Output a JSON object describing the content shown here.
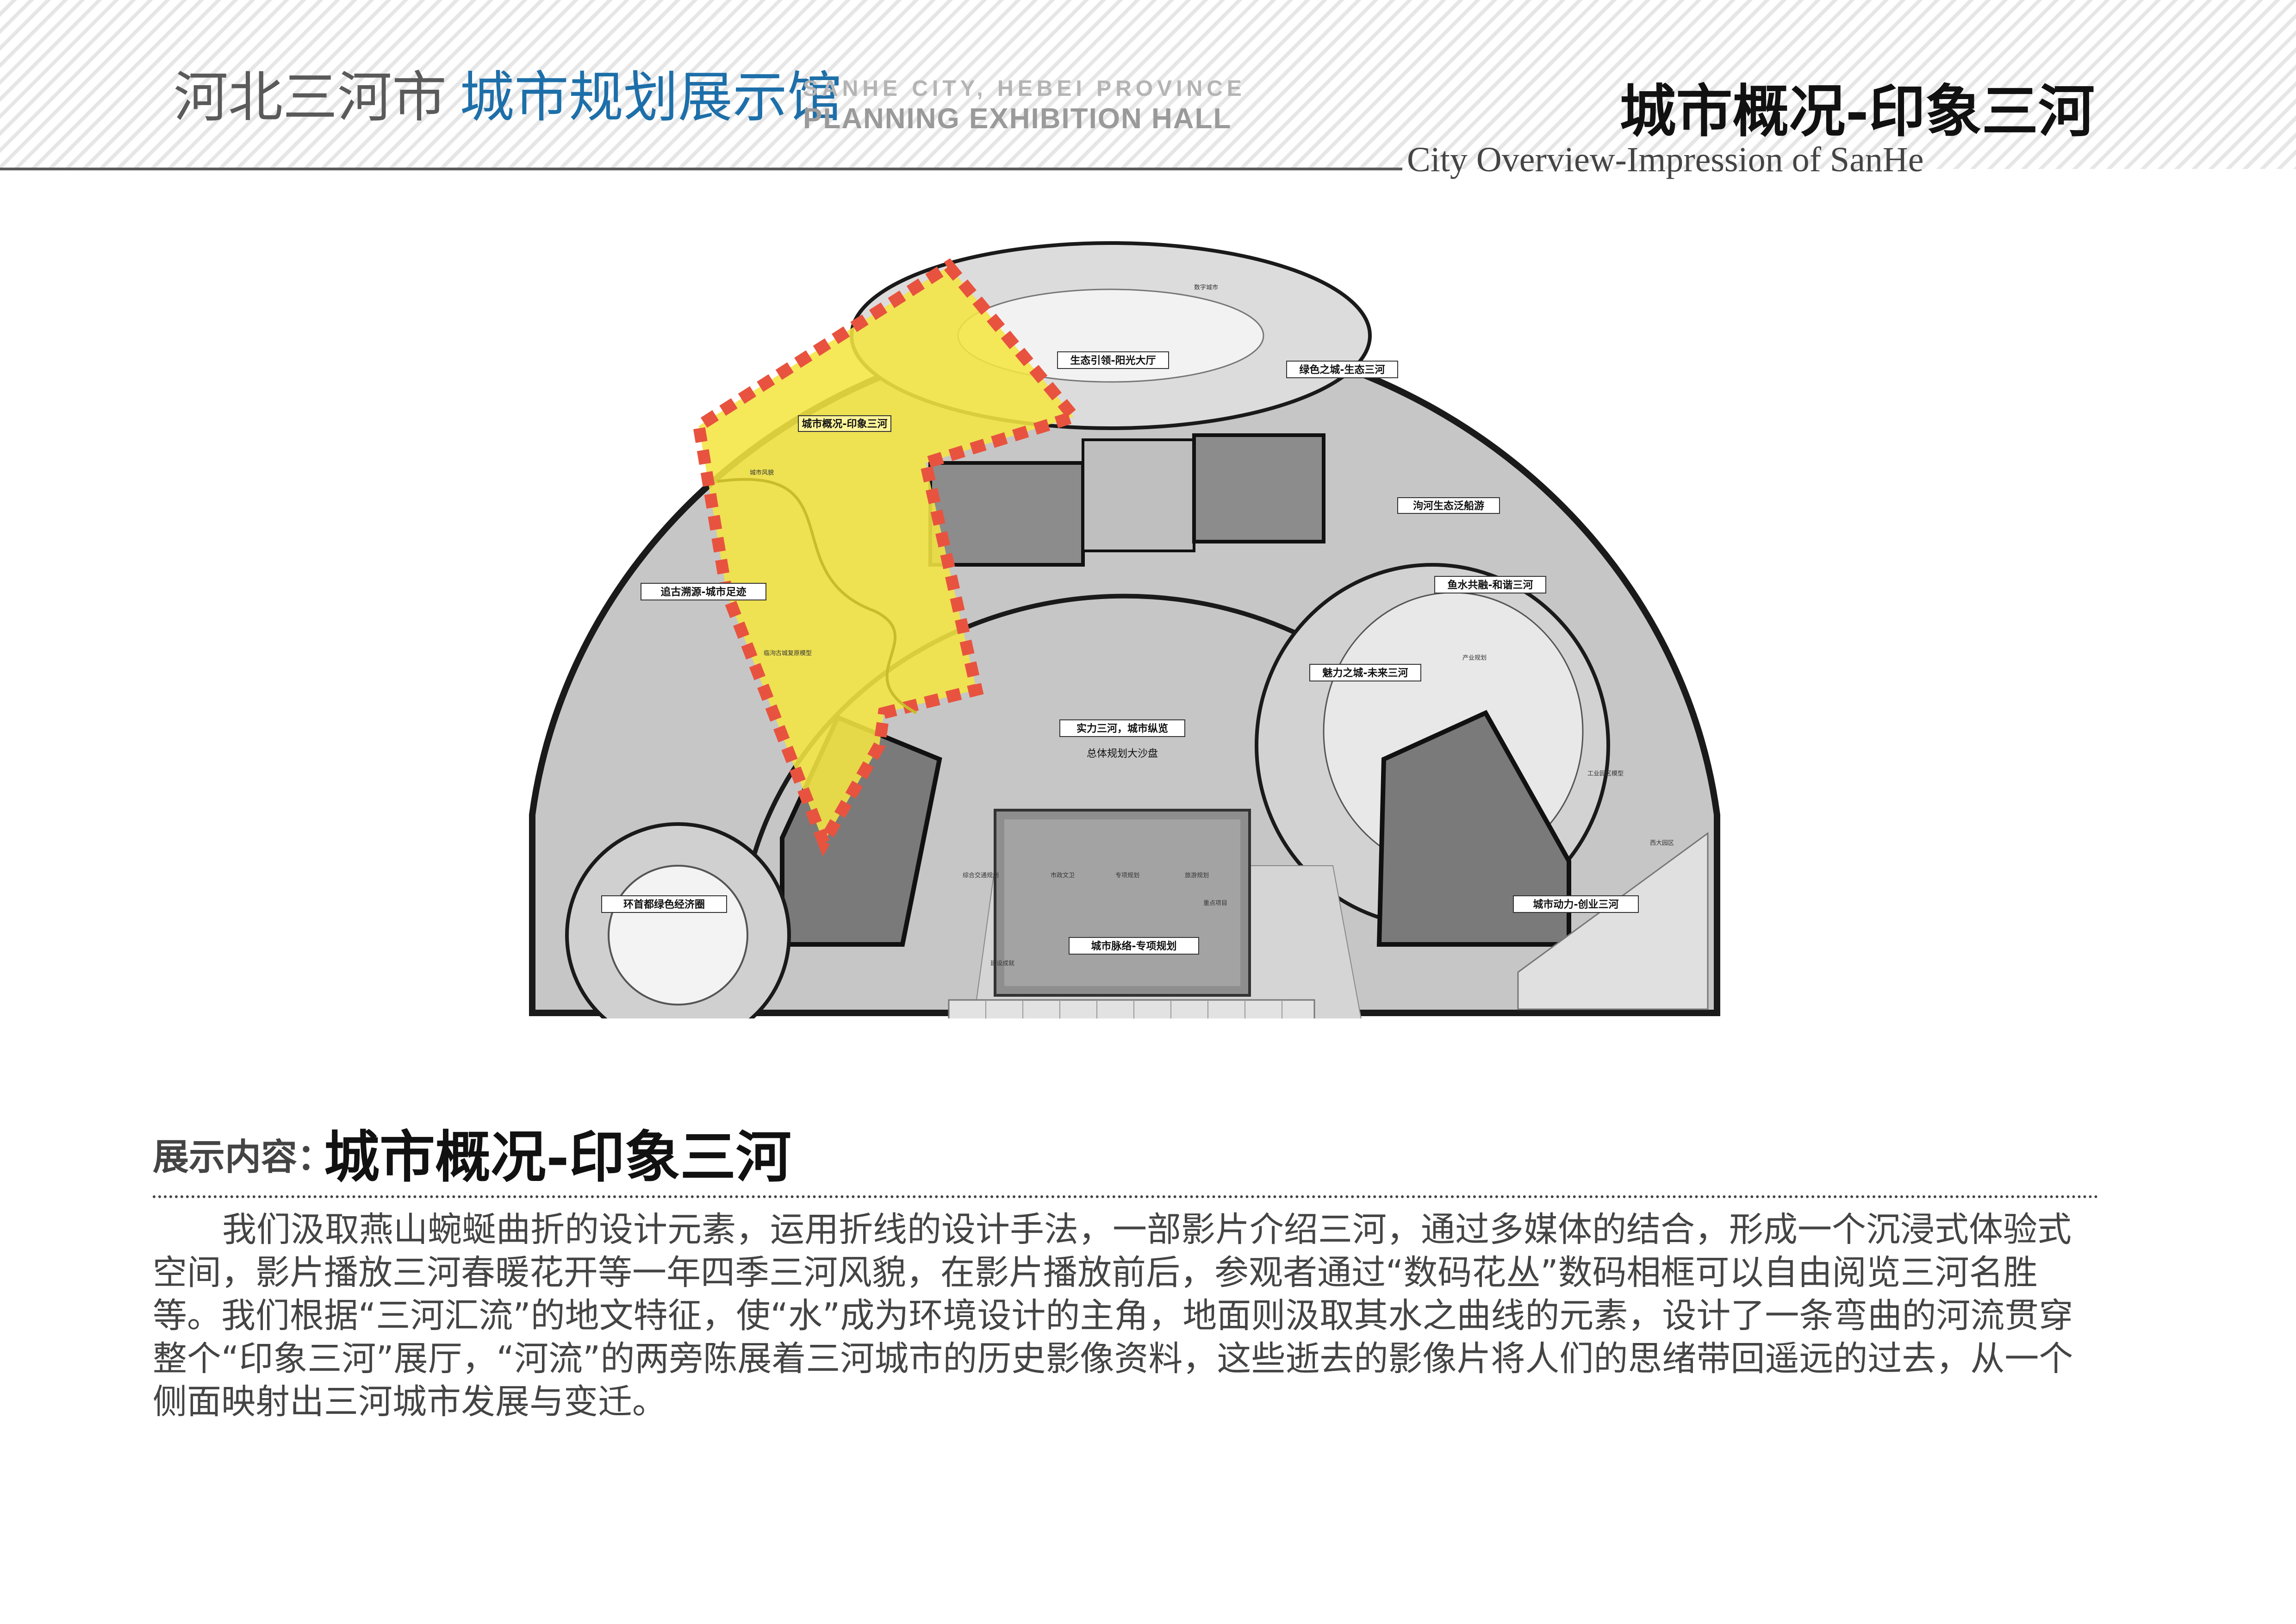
{
  "header": {
    "city": "河北三河市",
    "hall": "城市规划展示馆",
    "en_line1": "SANHE CITY, HEBEI PROVINCE",
    "en_line2": "PLANNING EXHIBITION HALL",
    "page_title": "城市概况-印象三河",
    "page_subtitle": "City Overview-Impression of SanHe"
  },
  "floor_plan": {
    "zones": {
      "impression": "城市概况-印象三河",
      "sunlight_hall": "生态引领-阳光大厅",
      "green_city": "绿色之城-生态三河",
      "harmony": "鱼水共融-和谐三河",
      "future": "魅力之城-未来三河",
      "footprint": "追古溯源-城市足迹",
      "strength": "实力三河，城市纵览",
      "sand_table": "总体规划大沙盘",
      "green_economy": "环首都绿色经济圈",
      "special_planning": "城市脉络-专项规划",
      "entrepreneurship": "城市动力-创业三河",
      "river_cruise": "泃河生态泛船游"
    },
    "minor_labels": {
      "city_landscape": "城市风貌",
      "ancient_model": "临泃古城复原模型",
      "trans_planning": "综合交通规划",
      "municipal": "市政文卫",
      "special": "专项规划",
      "tourism": "旅游规划",
      "key_projects": "重点项目",
      "construction": "建设成就",
      "industry": "产业规划",
      "west_park": "西大园区",
      "industry_model": "工业园区模型",
      "digital_map": "数字城市"
    }
  },
  "section": {
    "label": "展示内容：",
    "title": "城市概况-印象三河",
    "body": "我们汲取燕山蜿蜒曲折的设计元素，运用折线的设计手法，一部影片介绍三河，通过多媒体的结合，形成一个沉浸式体验式空间，影片播放三河春暖花开等一年四季三河风貌，在影片播放前后，参观者通过“数码花丛”数码相框可以自由阅览三河名胜等。我们根据“三河汇流”的地文特征，使“水”成为环境设计的主角，地面则汲取其水之曲线的元素，设计了一条弯曲的河流贯穿整个“印象三河”展厅，“河流”的两旁陈展着三河城市的历史影像资料，这些逝去的影像片将人们的思绪带回遥远的过去，从一个侧面映射出三河城市发展与变迁。"
  },
  "colors": {
    "highlight_fill": "#f4e542",
    "highlight_border": "#e8533f",
    "title_blue": "#1d6fa9",
    "plan_gray": "#bdbdbd",
    "wall_dark": "#222222"
  }
}
